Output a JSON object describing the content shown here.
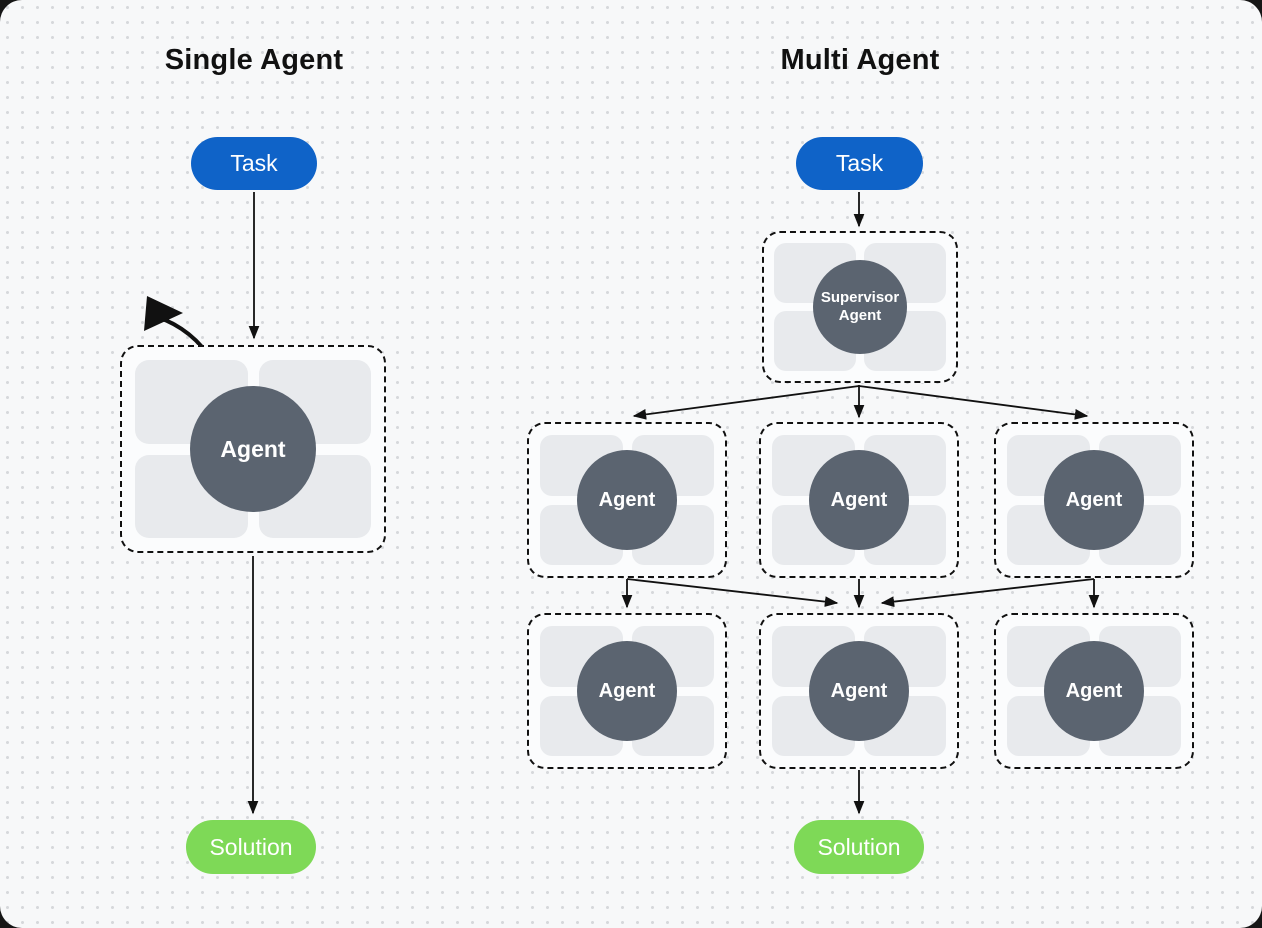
{
  "colors": {
    "task-blue": "#0f63c8",
    "solution-green": "#7ed957",
    "agent-gray": "#5b6470",
    "tile-gray": "#e8eaed",
    "ink": "#111111",
    "canvas-bg": "#f7f8f9",
    "dot": "#d6d8db"
  },
  "single": {
    "title": "Single Agent",
    "task": "Task",
    "agent": "Agent",
    "solution": "Solution"
  },
  "multi": {
    "title": "Multi Agent",
    "task": "Task",
    "supervisor": "Supervisor Agent",
    "agents": [
      "Agent",
      "Agent",
      "Agent",
      "Agent",
      "Agent",
      "Agent"
    ],
    "solution": "Solution"
  }
}
